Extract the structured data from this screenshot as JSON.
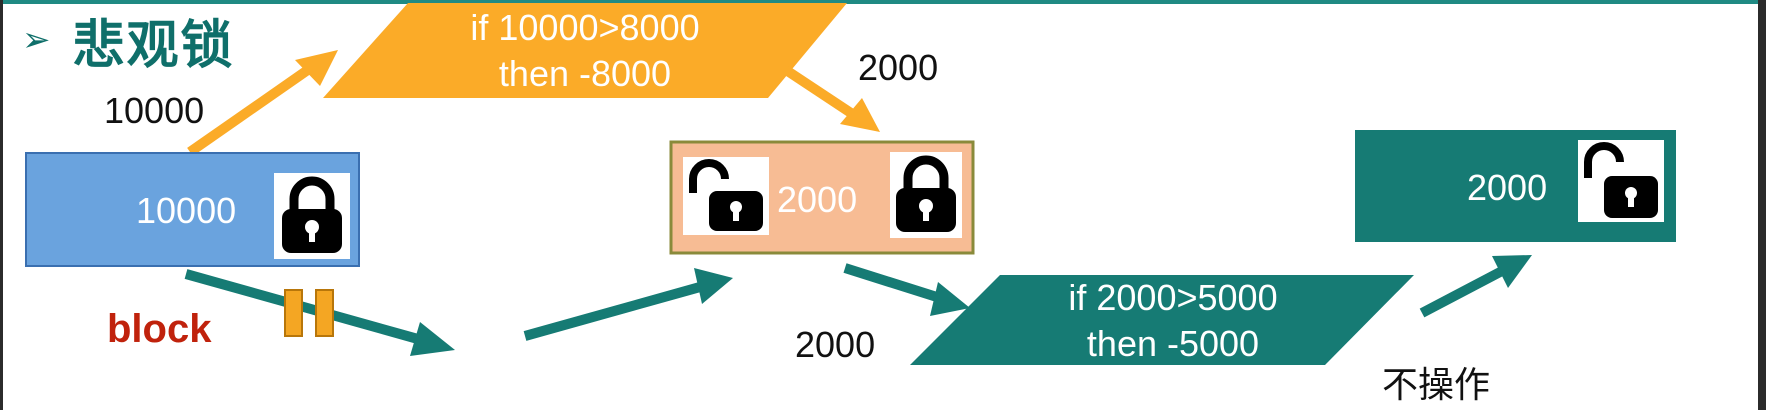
{
  "title": "悲观锁",
  "labels": {
    "top_left_value": "10000",
    "top_mid_value": "2000",
    "bottom_left_value": "2000",
    "block": "block",
    "no_op": "不操作"
  },
  "boxes": {
    "initial": {
      "value": "10000"
    },
    "middle": {
      "value": "2000"
    },
    "final": {
      "value": "2000"
    }
  },
  "conditions": {
    "top": {
      "line1": "if 10000>8000",
      "line2": "then -8000"
    },
    "bottom": {
      "line1": "if 2000>5000",
      "line2": "then -5000"
    }
  },
  "colors": {
    "teal": "#167b74",
    "orange": "#fbab28",
    "blue": "#6aa3de",
    "peach": "#f7bc94",
    "title": "#0f6f6a",
    "block_red": "#c0220c"
  }
}
